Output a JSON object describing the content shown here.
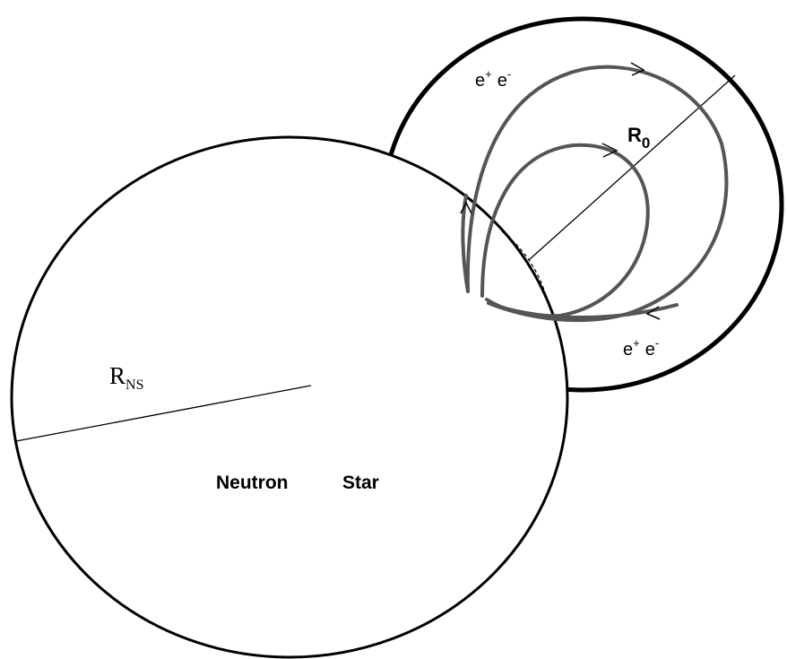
{
  "labels": {
    "pair_top": {
      "base1": "e",
      "sup1": "+",
      "base2": "e",
      "sup2": "-"
    },
    "pair_bottom": {
      "base1": "e",
      "sup1": "+",
      "base2": "e",
      "sup2": "-"
    },
    "r0": {
      "base": "R",
      "sub": "0"
    },
    "rns": {
      "base": "R",
      "sub": "NS"
    },
    "star_word1": "Neutron",
    "star_word2": "Star"
  },
  "colors": {
    "outline": "#000000",
    "field_lines": "#555555",
    "background": "#ffffff"
  }
}
